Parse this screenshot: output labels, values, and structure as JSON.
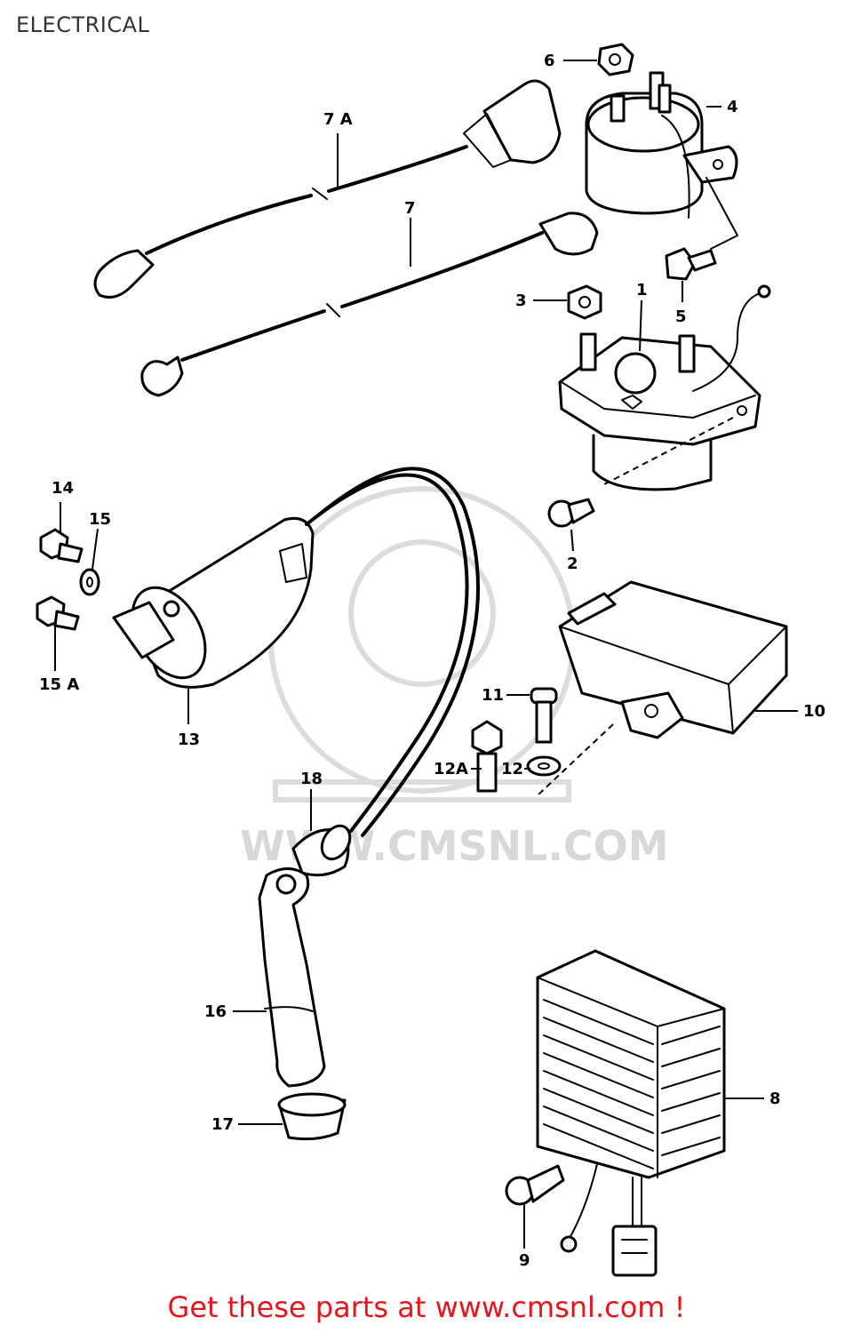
{
  "title": "ELECTRICAL",
  "watermark": "WWW.CMSNL.COM",
  "footer": "Get these parts at www.cmsnl.com !",
  "accent_color": "#e8141c",
  "callouts": {
    "c1": "1",
    "c2": "2",
    "c3": "3",
    "c4": "4",
    "c5": "5",
    "c6": "6",
    "c7": "7",
    "c7a": "7 A",
    "c8": "8",
    "c9": "9",
    "c10": "10",
    "c11": "11",
    "c12": "12",
    "c12a": "12A",
    "c13": "13",
    "c14": "14",
    "c15": "15",
    "c15a": "15 A",
    "c16": "16",
    "c17": "17",
    "c18": "18"
  }
}
